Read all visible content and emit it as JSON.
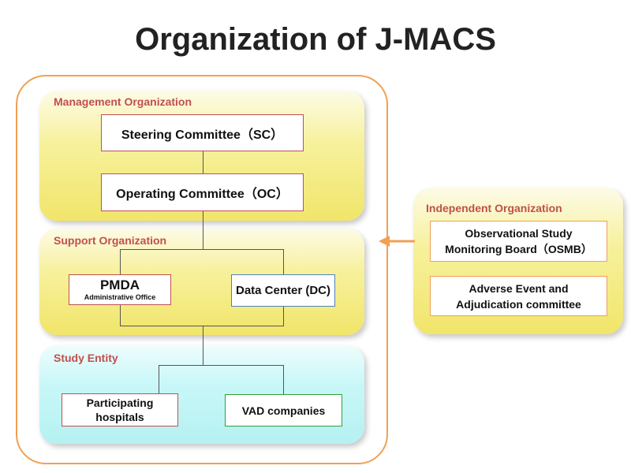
{
  "title": "Organization of J-MACS",
  "management": {
    "label": "Management Organization",
    "steering": "Steering Committee（SC）",
    "operating": "Operating Committee（OC）"
  },
  "support": {
    "label": "Support Organization",
    "pmda": "PMDA",
    "pmda_sub": "Administrative Office",
    "data_center": "Data Center (DC)"
  },
  "study": {
    "label": "Study Entity",
    "hospitals_line1": "Participating",
    "hospitals_line2": "hospitals",
    "vad": "VAD companies"
  },
  "independent": {
    "label": "Independent Organization",
    "osmb_line1": "Observational Study",
    "osmb_line2": "Monitoring Board（OSMB）",
    "adverse_line1": "Adverse Event and",
    "adverse_line2": "Adjudication committee"
  },
  "colors": {
    "outer_border": "#f0a055",
    "section_yellow": "#f5ee8a",
    "section_cyan": "#c2f5f6",
    "label_red": "#c0504d",
    "box_red": "#c0504d",
    "box_blue": "#4f81bd",
    "box_green": "#33a033",
    "arrow": "#f0a055"
  }
}
